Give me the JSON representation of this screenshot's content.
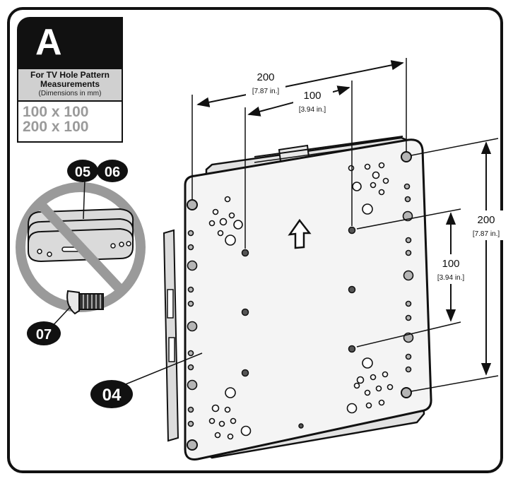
{
  "panel": {
    "letter": "A",
    "heading_line1": "For TV Hole Pattern",
    "heading_line2": "Measurements",
    "heading_line3": "(Dimensions in mm)",
    "patterns": [
      "100 x 100",
      "200 x 100"
    ]
  },
  "dimensions": {
    "top_outer_mm": "200",
    "top_outer_in": "[7.87 in.]",
    "top_inner_mm": "100",
    "top_inner_in": "[3.94 in.]",
    "right_outer_mm": "200",
    "right_outer_in": "[7.87 in.]",
    "right_inner_mm": "100",
    "right_inner_in": "[3.94 in.]"
  },
  "callouts": {
    "plate": "04",
    "spacer_a": "05",
    "spacer_b": "06",
    "screw": "07"
  },
  "colors": {
    "outline": "#111111",
    "prohibited": "#9a9a9a",
    "plate_fill": "#f4f4f4",
    "hole_fill": "#b5b5b5"
  }
}
